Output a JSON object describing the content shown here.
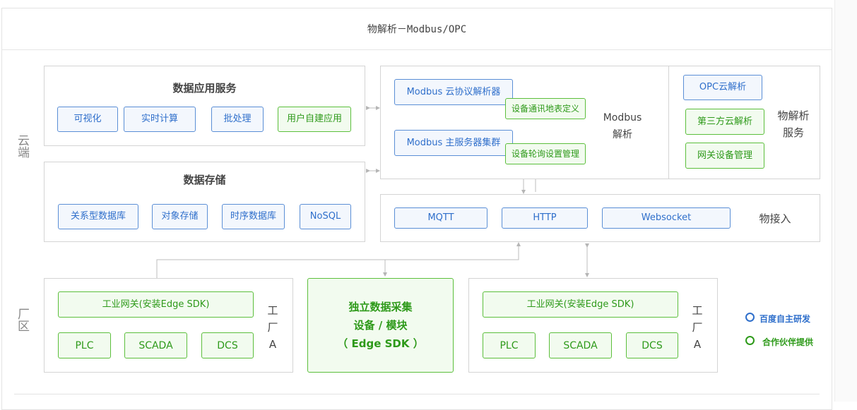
{
  "title": "物解析－Modbus/OPC",
  "side": {
    "cloud": "云端",
    "factory": "厂区"
  },
  "data_app": {
    "title": "数据应用服务",
    "items": [
      "可视化",
      "实时计算",
      "批处理",
      "用户自建应用"
    ]
  },
  "data_storage": {
    "title": "数据存储",
    "items": [
      "关系型数据库",
      "对象存储",
      "时序数据库",
      "NoSQL"
    ]
  },
  "modbus": {
    "cloud_parser": "Modbus 云协议解析器",
    "master_cluster": "Modbus 主服务器集群",
    "address_table": "设备通讯地表定义",
    "polling": "设备轮询设置管理",
    "label": "Modbus\n解析"
  },
  "parse_service": {
    "opc": "OPC云解析",
    "third_party": "第三方云解析",
    "gateway_mgmt": "网关设备管理",
    "label": "物解析\n服务"
  },
  "access": {
    "items": [
      "MQTT",
      "HTTP",
      "Websocket"
    ],
    "label": "物接入"
  },
  "factory_left": {
    "gateway": "工业网关(安装Edge SDK)",
    "devices": [
      "PLC",
      "SCADA",
      "DCS"
    ],
    "label": [
      "工",
      "厂",
      "A"
    ]
  },
  "standalone": {
    "line1": "独立数据采集",
    "line2": "设备 / 模块",
    "line3": "（ Edge SDK ）"
  },
  "factory_right": {
    "gateway": "工业网关(安装Edge SDK)",
    "devices": [
      "PLC",
      "SCADA",
      "DCS"
    ],
    "label": [
      "工",
      "厂",
      "A"
    ]
  },
  "legend": {
    "own": "百度自主研发",
    "partner": "合作伙伴提供",
    "own_color": "#2f6fcb",
    "partner_color": "#2e9a1a"
  }
}
